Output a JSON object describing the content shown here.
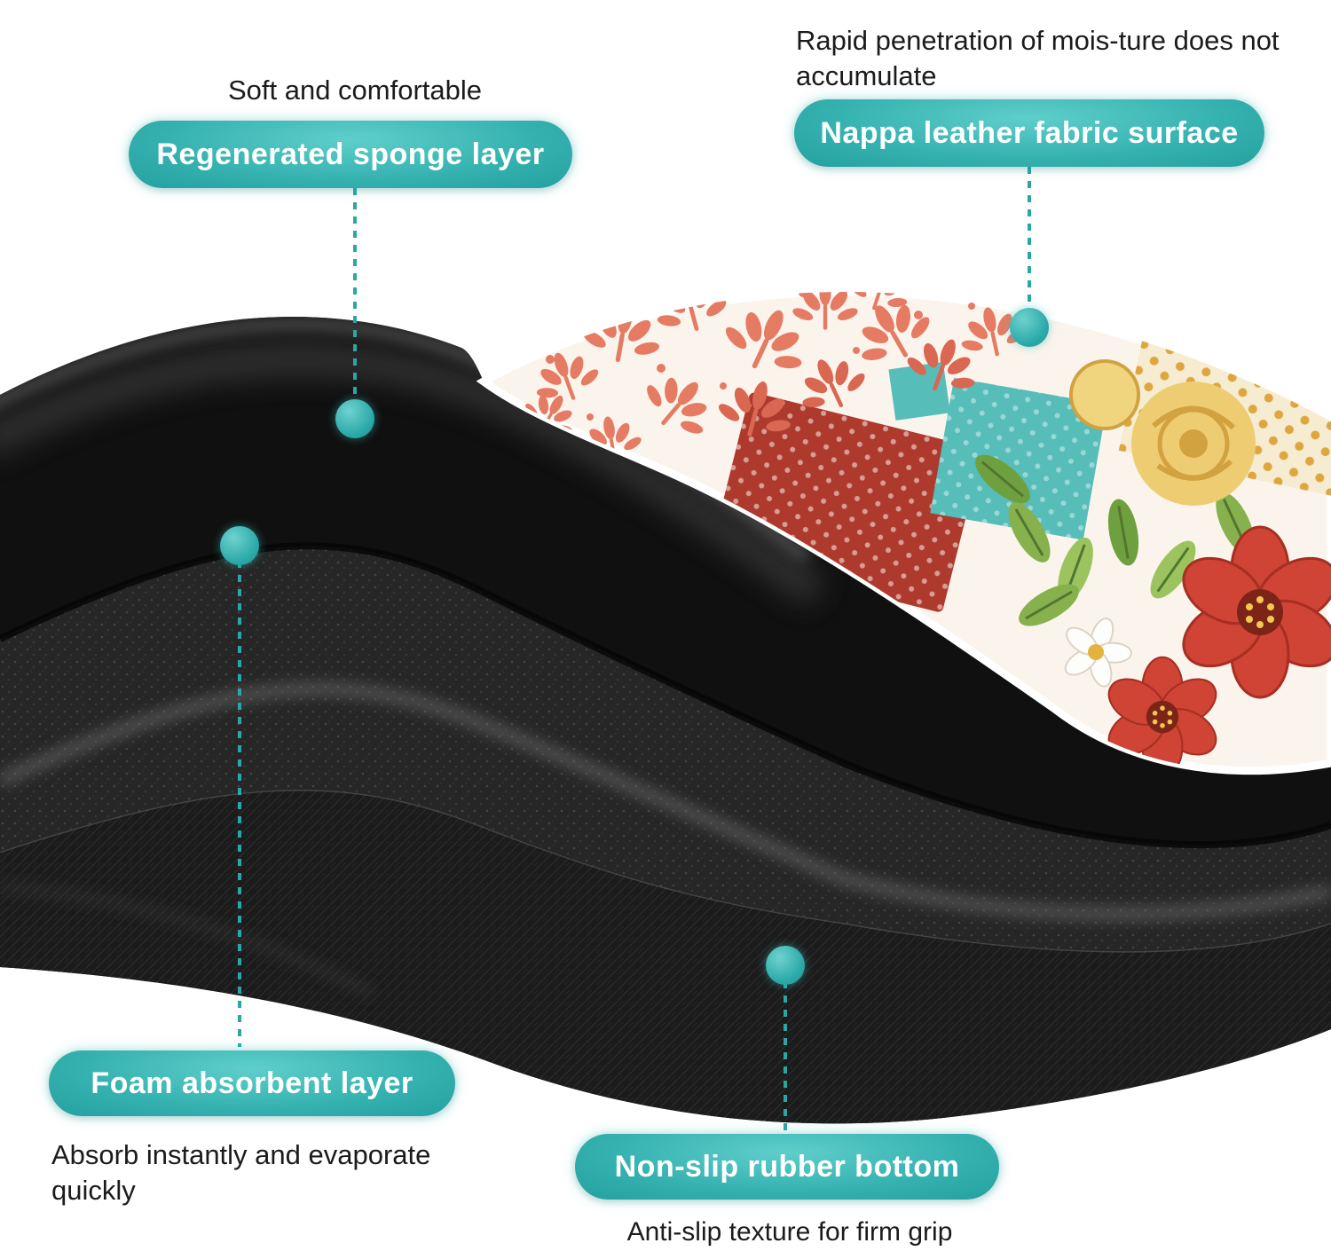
{
  "page": {
    "background": "#ffffff"
  },
  "colors": {
    "teal_accent": "#2aa6a5",
    "pill_text": "#ffffff",
    "note_text": "#1b1b1b"
  },
  "callouts": {
    "sponge": {
      "note": "Soft and comfortable",
      "label": "Regenerated sponge layer"
    },
    "fabric": {
      "note": "Rapid penetration of mois-ture does not accumulate",
      "label": "Nappa leather fabric surface"
    },
    "foam": {
      "label": "Foam absorbent layer",
      "note": "Absorb instantly and evaporate quickly"
    },
    "rubber": {
      "label": "Non-slip rubber bottom",
      "note": "Anti-slip texture for firm grip"
    }
  }
}
